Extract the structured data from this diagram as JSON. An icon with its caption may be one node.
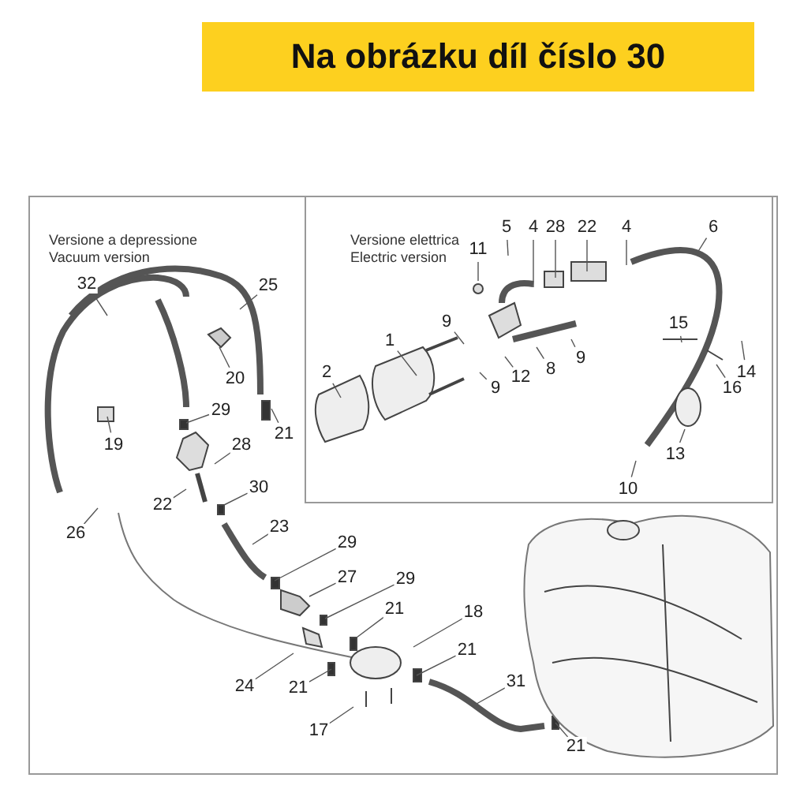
{
  "diagram": {
    "title": "Na obrázku díl číslo 30",
    "nodes": [
      {
        "text": [
          "Versione a depressione",
          "Vacuum version"
        ]
      },
      {
        "text": [
          "Versione elettrica",
          "Electric version"
        ],
        "in": 0
      },
      {
        "text": [
          "5"
        ],
        "in": 1
      },
      {
        "text": [
          "4"
        ],
        "in": 1
      },
      {
        "text": [
          "28"
        ],
        "in": 1
      },
      {
        "text": [
          "22"
        ],
        "in": 1
      },
      {
        "text": [
          "4"
        ],
        "in": 1
      },
      {
        "text": [
          "6"
        ],
        "in": 1
      },
      {
        "text": [
          "11"
        ],
        "in": 1
      },
      {
        "text": [
          "9"
        ],
        "in": 1
      },
      {
        "text": [
          "1"
        ],
        "in": 1
      },
      {
        "text": [
          "15"
        ],
        "in": 1
      },
      {
        "text": [
          "2"
        ],
        "in": 1
      },
      {
        "text": [
          "12"
        ],
        "in": 1
      },
      {
        "text": [
          "8"
        ],
        "in": 1
      },
      {
        "text": [
          "9"
        ],
        "in": 1
      },
      {
        "text": [
          "14"
        ],
        "in": 1
      },
      {
        "text": [
          "9"
        ],
        "in": 1
      },
      {
        "text": [
          "16"
        ],
        "in": 1
      },
      {
        "text": [
          "13"
        ],
        "in": 1
      },
      {
        "text": [
          "10"
        ],
        "in": 1
      },
      {
        "text": [
          "32"
        ],
        "in": 0
      },
      {
        "text": [
          "25"
        ],
        "in": 0
      },
      {
        "text": [
          "20"
        ],
        "in": 0
      },
      {
        "text": [
          "29"
        ],
        "in": 0
      },
      {
        "text": [
          "21"
        ],
        "in": 0
      },
      {
        "text": [
          "19"
        ],
        "in": 0
      },
      {
        "text": [
          "28"
        ],
        "in": 0
      },
      {
        "text": [
          "22"
        ],
        "in": 0
      },
      {
        "text": [
          "30"
        ],
        "in": 0
      },
      {
        "text": [
          "26"
        ],
        "in": 0
      },
      {
        "text": [
          "23"
        ],
        "in": 0
      },
      {
        "text": [
          "29"
        ],
        "in": 0
      },
      {
        "text": [
          "27"
        ],
        "in": 0
      },
      {
        "text": [
          "29"
        ],
        "in": 0
      },
      {
        "text": [
          "21"
        ],
        "in": 0
      },
      {
        "text": [
          "18"
        ],
        "in": 0
      },
      {
        "text": [
          "21"
        ],
        "in": 0
      },
      {
        "text": [
          "31"
        ],
        "in": 0
      },
      {
        "text": [
          "24"
        ],
        "in": 0
      },
      {
        "text": [
          "21"
        ],
        "in": 0
      },
      {
        "text": [
          "17"
        ],
        "in": 0
      },
      {
        "text": [
          "21"
        ],
        "in": 0
      }
    ],
    "edges": [
      {
        "from": 2,
        "to": null,
        "arrow": "none"
      },
      {
        "from": 3,
        "to": null,
        "arrow": "none"
      },
      {
        "from": 4,
        "to": null,
        "arrow": "none"
      },
      {
        "from": 5,
        "to": null,
        "arrow": "none"
      },
      {
        "from": 6,
        "to": null,
        "arrow": "none"
      },
      {
        "from": 7,
        "to": null,
        "arrow": "none"
      },
      {
        "from": 8,
        "to": null,
        "arrow": "none"
      },
      {
        "from": 9,
        "to": null,
        "arrow": "none"
      },
      {
        "from": 10,
        "to": null,
        "arrow": "none"
      },
      {
        "from": 11,
        "to": null,
        "arrow": "none"
      },
      {
        "from": 12,
        "to": null,
        "arrow": "none"
      },
      {
        "from": 13,
        "to": null,
        "arrow": "none"
      },
      {
        "from": 14,
        "to": null,
        "arrow": "none"
      },
      {
        "from": 15,
        "to": null,
        "arrow": "none"
      },
      {
        "from": 16,
        "to": null,
        "arrow": "none"
      },
      {
        "from": 17,
        "to": null,
        "arrow": "none"
      },
      {
        "from": 18,
        "to": null,
        "arrow": "none"
      },
      {
        "from": 19,
        "to": null,
        "arrow": "none"
      },
      {
        "from": 20,
        "to": null,
        "arrow": "none"
      },
      {
        "from": 21,
        "to": null,
        "arrow": "none"
      },
      {
        "from": 22,
        "to": null,
        "arrow": "none"
      },
      {
        "from": 23,
        "to": null,
        "arrow": "none"
      },
      {
        "from": 24,
        "to": null,
        "arrow": "none"
      },
      {
        "from": 25,
        "to": null,
        "arrow": "none"
      },
      {
        "from": 26,
        "to": null,
        "arrow": "none"
      },
      {
        "from": 27,
        "to": null,
        "arrow": "none"
      },
      {
        "from": 28,
        "to": null,
        "arrow": "none"
      },
      {
        "from": 29,
        "to": null,
        "arrow": "none"
      },
      {
        "from": 30,
        "to": null,
        "arrow": "none"
      },
      {
        "from": 31,
        "to": null,
        "arrow": "none"
      },
      {
        "from": 32,
        "to": null,
        "arrow": "none"
      },
      {
        "from": 33,
        "to": null,
        "arrow": "none"
      },
      {
        "from": 34,
        "to": null,
        "arrow": "none"
      },
      {
        "from": 35,
        "to": null,
        "arrow": "none"
      },
      {
        "from": 36,
        "to": null,
        "arrow": "none"
      },
      {
        "from": 37,
        "to": null,
        "arrow": "none"
      },
      {
        "from": 38,
        "to": null,
        "arrow": "none"
      },
      {
        "from": 39,
        "to": null,
        "arrow": "none"
      },
      {
        "from": 40,
        "to": null,
        "arrow": "none"
      },
      {
        "from": 41,
        "to": null,
        "arrow": "none"
      },
      {
        "from": 42,
        "to": null,
        "arrow": "none"
      }
    ]
  }
}
